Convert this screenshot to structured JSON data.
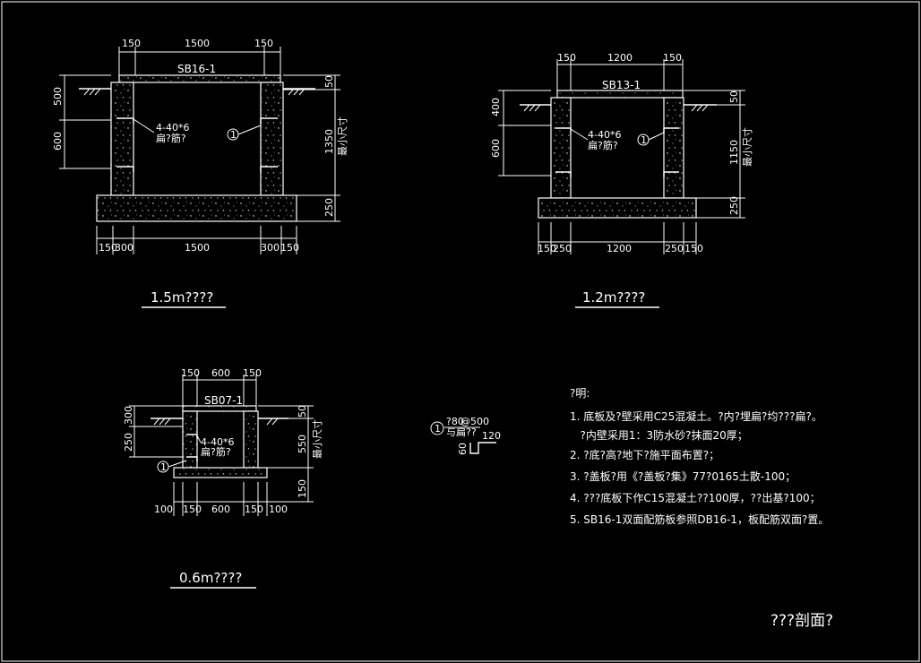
{
  "colors": {
    "background": "#000000",
    "lines": "#ffffff"
  },
  "section_a": {
    "title": "1.5m????",
    "cover_label": "SB16-1",
    "top_dims": [
      "150",
      "1500",
      "150"
    ],
    "bottom_dims": [
      "150",
      "300",
      "1500",
      "300",
      "150"
    ],
    "left_dims": [
      "500",
      "600"
    ],
    "right_dims": [
      "50",
      "1350",
      "250"
    ],
    "right_note": "最小尺寸",
    "rebar_label": "4-40*6",
    "rebar_sub": "扁?筋?",
    "marker": "1"
  },
  "section_b": {
    "title": "1.2m????",
    "cover_label": "SB13-1",
    "top_dims": [
      "150",
      "1200",
      "150"
    ],
    "bottom_dims": [
      "150",
      "250",
      "1200",
      "250",
      "150"
    ],
    "left_dims": [
      "400",
      "600"
    ],
    "right_dims": [
      "50",
      "1150",
      "250"
    ],
    "right_note": "最小尺寸",
    "rebar_label": "4-40*6",
    "rebar_sub": "扁?筋?",
    "marker": "1"
  },
  "section_c": {
    "title": "0.6m????",
    "cover_label": "SB07-1",
    "top_dims": [
      "150",
      "600",
      "150"
    ],
    "bottom_dims": [
      "100",
      "150",
      "600",
      "150",
      "100"
    ],
    "left_dims": [
      "300",
      "250"
    ],
    "right_dims": [
      "50",
      "550",
      "150"
    ],
    "right_note": "最小尺寸",
    "rebar_label": "4-40*6",
    "rebar_sub": "扁?筋?",
    "marker": "1"
  },
  "detail": {
    "marker": "1",
    "label1": "?80",
    "label2": "@500",
    "label3": "与扁??",
    "dim_v": "60",
    "dim_h": "120"
  },
  "notes": {
    "heading": "?明:",
    "items": [
      "1. 底板及?壁采用C25混凝土。?内?埋扁?均???扁?。",
      "   ?内壁采用1：3防水砂?抹面20厚；",
      "2. ?底?高?地下?施平面布置?；",
      "3. ?盖板?用《?盖板?集》77?0165土散-100；",
      "4. ???底板下作C15混凝土??100厚，??出基?100；",
      "5. SB16-1双面配筋板参照DB16-1，板配筋双面?置。"
    ]
  },
  "drawing_title": "???剖面?"
}
